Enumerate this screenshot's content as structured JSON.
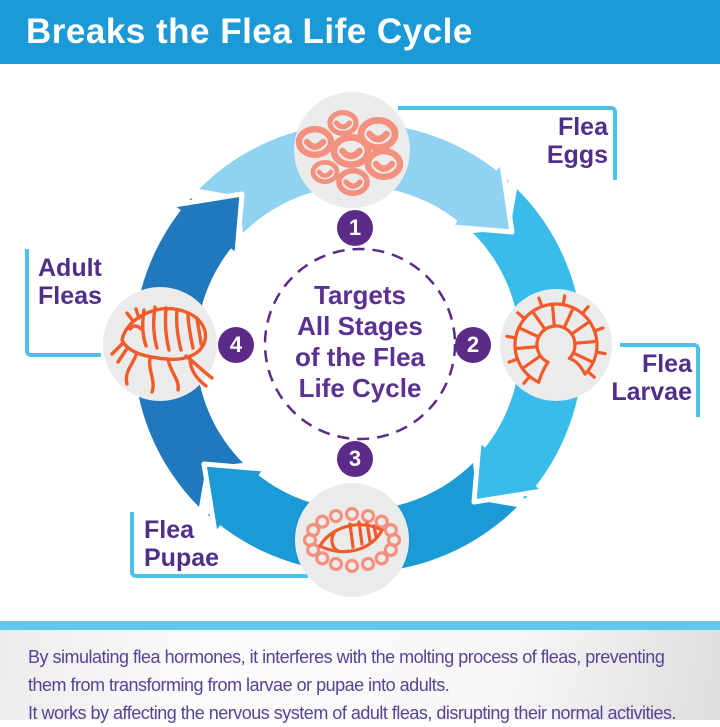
{
  "header": {
    "title": "Breaks the Flea Life Cycle"
  },
  "center": {
    "lines": [
      "Targets",
      "All Stages",
      "of the Flea",
      "Life Cycle"
    ]
  },
  "stages": [
    {
      "number": "1",
      "label": "Flea Eggs",
      "label_lines": [
        "Flea",
        "Eggs"
      ],
      "icon": "flea-eggs-icon"
    },
    {
      "number": "2",
      "label": "Flea Larvae",
      "label_lines": [
        "Flea",
        "Larvae"
      ],
      "icon": "flea-larvae-icon"
    },
    {
      "number": "3",
      "label": "Flea Pupae",
      "label_lines": [
        "Flea",
        "Pupae"
      ],
      "icon": "flea-pupae-icon"
    },
    {
      "number": "4",
      "label": "Adult Fleas",
      "label_lines": [
        "Adult",
        "Fleas"
      ],
      "icon": "adult-flea-icon"
    }
  ],
  "cycle": {
    "direction": "clockwise",
    "order": [
      "Flea Eggs",
      "Flea Larvae",
      "Flea Pupae",
      "Adult Fleas"
    ]
  },
  "footer": {
    "lines": [
      "By simulating flea hormones, it interferes with the molting process of fleas, preventing",
      "them from transforming from larvae or pupae into adults.",
      "It works by affecting the nervous system of adult fleas, disrupting their normal activities."
    ]
  },
  "colors": {
    "header_bg": "#1B9AD7",
    "arc_top": "#8FD2F1",
    "arc_right": "#3ABCEA",
    "arc_bottom": "#1C9AD6",
    "arc_left": "#2278BD",
    "badge_purple": "#5B2B87",
    "center_text_purple": "#5B3191",
    "label_purple": "#512E89",
    "callout_blue": "#4BC2EA",
    "icon_orange": "#F15A29",
    "icon_salmon": "#F4907E",
    "stage_circle_gray": "#EBEBEB",
    "footer_strip_blue": "#63C7ED",
    "footer_text_purple": "#5A4296"
  }
}
